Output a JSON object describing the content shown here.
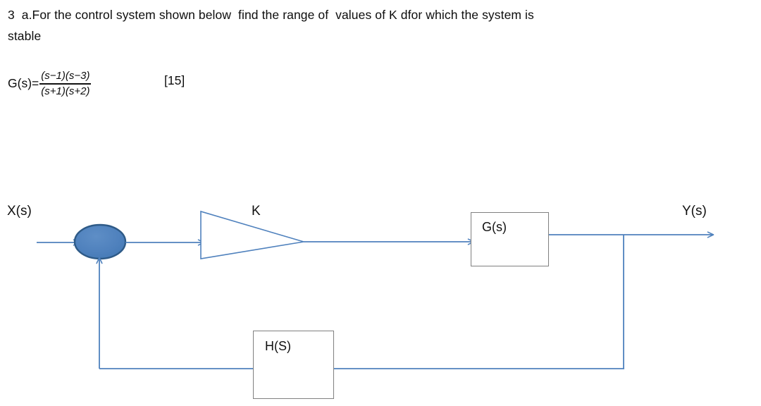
{
  "question": {
    "line1": "3  a.For the control system shown below  find the range of  values of K dfor which the system is",
    "line2": "stable",
    "marks": "[15]"
  },
  "transfer_function": {
    "lhs": "G(s)=",
    "numerator": "(s−1)(s−3)",
    "denominator": "(s+1)(s+2)"
  },
  "diagram": {
    "type": "control-system-block-diagram",
    "input_label": "X(s)",
    "output_label": "Y(s)",
    "gain_label": "K",
    "forward_block_label": "G(s)",
    "feedback_block_label": "H(S)",
    "summing_junction": "filled-ellipse",
    "colors": {
      "connector": "#4f81bd",
      "summing_fill": "#4f81bd",
      "summing_stroke": "#2e5a87",
      "block_border": "#808080",
      "background": "#ffffff"
    }
  }
}
